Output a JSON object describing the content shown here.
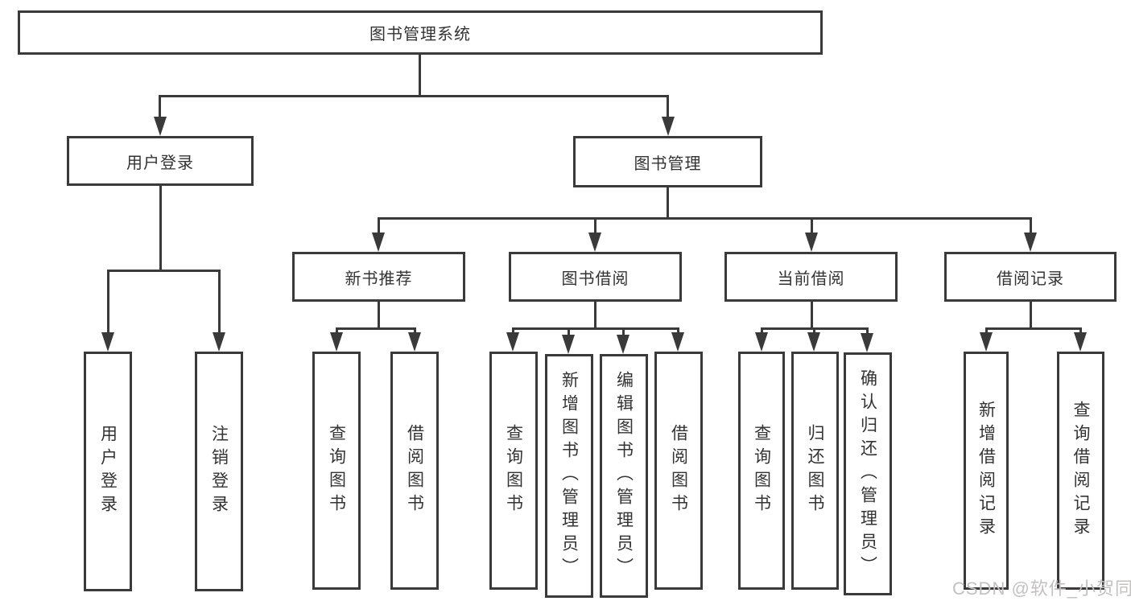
{
  "diagram": {
    "root": "图书管理系统",
    "level2": {
      "user_login": "用户登录",
      "book_management": "图书管理"
    },
    "level3": {
      "new_book_recommend": "新书推荐",
      "book_borrowing": "图书借阅",
      "current_borrowing": "当前借阅",
      "borrowing_records": "借阅记录"
    },
    "leaves": {
      "user_login": "用户登录",
      "logout": "注销登录",
      "recommend_query_books": "查询图书",
      "recommend_borrow_books": "借阅图书",
      "borrowing_query_books": "查询图书",
      "borrowing_add_books_admin": "新增图书（管理员）",
      "borrowing_edit_books_admin": "编辑图书（管理员）",
      "borrowing_borrow_books": "借阅图书",
      "current_query_books": "查询图书",
      "current_return_books": "归还图书",
      "current_confirm_return_admin": "确认归还（管理员）",
      "records_add_record": "新增借阅记录",
      "records_query_record": "查询借阅记录"
    },
    "watermark": "CSDN @软件_小贺同学"
  },
  "colors": {
    "line": "#3a3a3a",
    "text": "#333333",
    "watermark": "#c3c0c0",
    "background": "#ffffff"
  }
}
